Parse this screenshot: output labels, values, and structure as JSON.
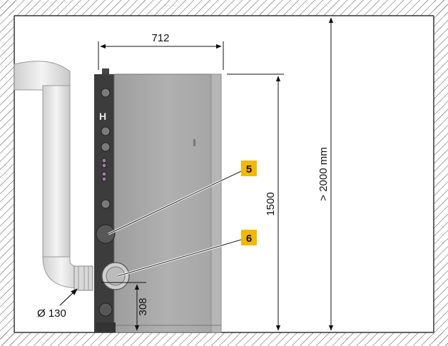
{
  "labels": {
    "width_dim": "712",
    "height_dim": "1500",
    "room_height_dim": "> 2000 mm",
    "outlet_height_dim": "308",
    "flue_diameter": "Ø 130"
  },
  "callouts": [
    {
      "number": "5"
    },
    {
      "number": "6"
    }
  ],
  "colors": {
    "badge": "#f5b800",
    "hatch": "#555555",
    "unit_body": "#a9a9a9",
    "unit_side": "#3c3c3c",
    "flue_pipe": "#e8e8e8"
  }
}
